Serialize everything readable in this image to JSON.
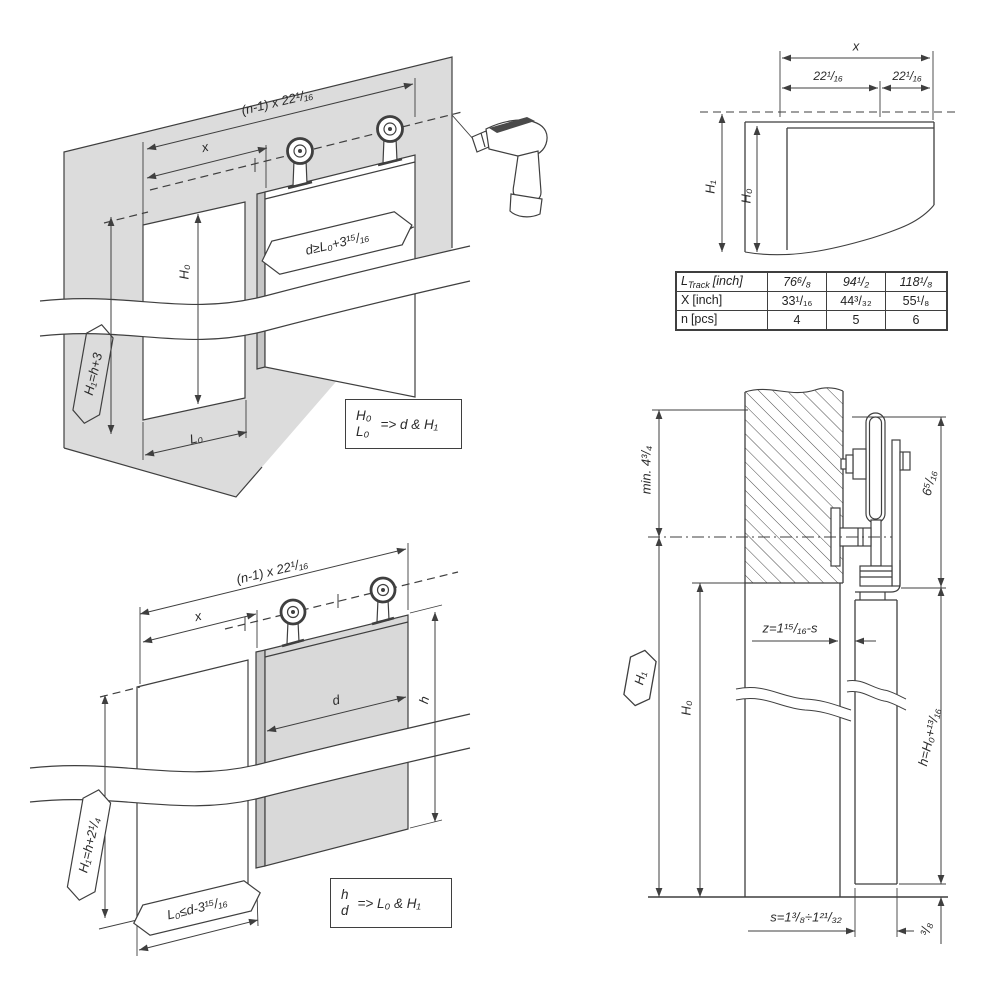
{
  "colors": {
    "wall_gray": "#dcdcdc",
    "door_gray": "#d9d9d9",
    "door_edge_gray": "#c5c5c5",
    "line": "#3f3f3f"
  },
  "top_left": {
    "dim_track": "(n-1) x 22¹/₁₆",
    "dim_x": "x",
    "dim_h0": "H₀",
    "dim_l0": "L₀",
    "callout_h1": "H₁=h+3",
    "callout_d": "d≥L₀+3¹⁵/₁₆",
    "note": {
      "given_1": "H₀",
      "given_2": "L₀",
      "result": "=> d & H₁"
    }
  },
  "top_right": {
    "dim_x": "x",
    "dim_seg1": "22¹/₁₆",
    "dim_seg2": "22¹/₁₆",
    "dim_h1": "H₁",
    "dim_h0": "H₀",
    "table": {
      "rows": [
        {
          "label": "L",
          "label_sub": "Track",
          "label_unit": "[inch]",
          "values": [
            "76⁶/₈",
            "94¹/₂",
            "118¹/₈"
          ]
        },
        {
          "label": "X",
          "label_sub": "",
          "label_unit": "[inch]",
          "values": [
            "33¹/₁₆",
            "44³/₃₂",
            "55¹/₈"
          ]
        },
        {
          "label": "n",
          "label_sub": "",
          "label_unit": "[pcs]",
          "values": [
            "4",
            "5",
            "6"
          ]
        }
      ]
    }
  },
  "bottom_left": {
    "dim_track": "(n-1) x 22¹/₁₆",
    "dim_x": "x",
    "dim_d": "d",
    "dim_h": "h",
    "callout_h1": "H₁=h+2¹/₄",
    "callout_l0": "L₀≤d-3¹⁵/₁₆",
    "note": {
      "given_1": "h",
      "given_2": "d",
      "result": "=> L₀ & H₁"
    }
  },
  "bottom_right": {
    "dim_min": "min. 4³/₄",
    "dim_h1": "H₁",
    "dim_h0": "H₀",
    "dim_z": "z=1¹⁵/₁₆-s",
    "dim_track_h": "6⁵/₁₆",
    "dim_door_h": "h=H₀+¹³/₁₆",
    "dim_s": "s=1³/₈÷1²¹/₃₂",
    "dim_gap": "³/₈"
  }
}
